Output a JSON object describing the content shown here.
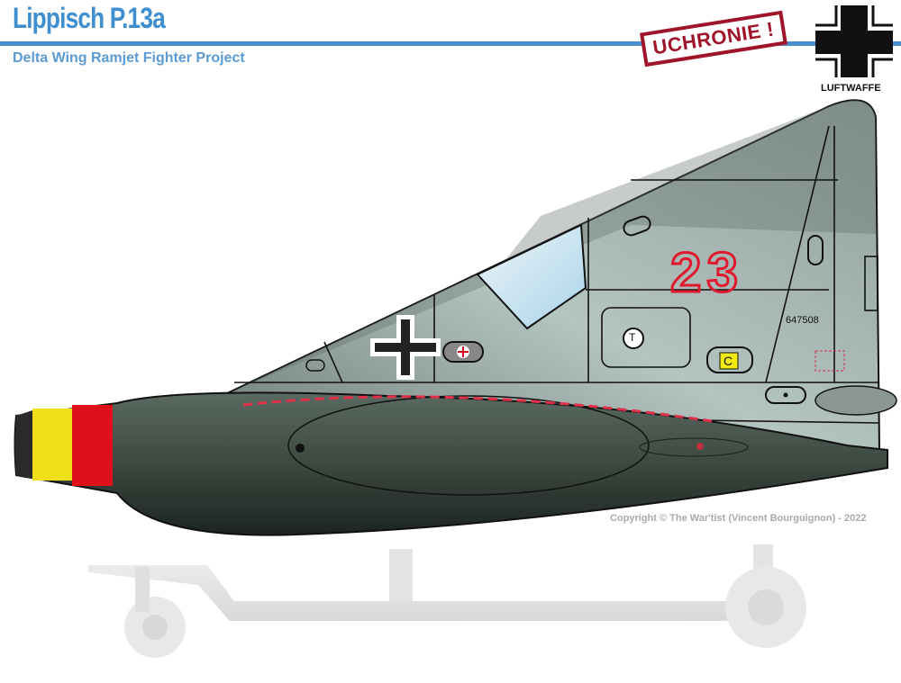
{
  "header": {
    "title": "Lippisch P.13a",
    "subtitle": "Delta Wing Ramjet Fighter Project",
    "stamp": "UCHRONIE !",
    "insignia_label": "LUFTWAFFE"
  },
  "aircraft": {
    "tactical_number": "23",
    "serial": "647508",
    "marker_t": "T",
    "marker_c": "C"
  },
  "footer": {
    "copyright": "Copyright © The War'tist (Vincent Bourguignon) - 2022"
  },
  "colors": {
    "accent": "#4a8fcc",
    "stamp": "#a0142a",
    "number": "#e0192e",
    "camo_dark": "#3d4a42",
    "camo_light": "#a9b8b6"
  }
}
